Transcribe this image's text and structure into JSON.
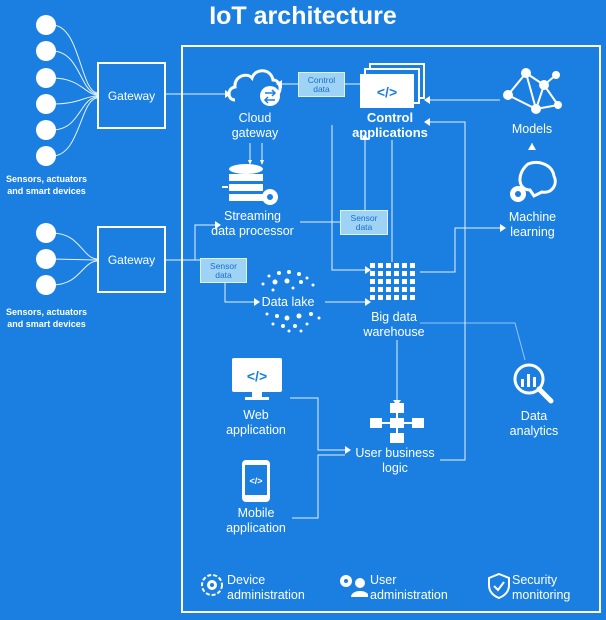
{
  "title": "IoT architecture",
  "devices_label_line1": "Sensors, actuators",
  "devices_label_line2": "and smart devices",
  "gateway_label": "Gateway",
  "tag_control": {
    "line1": "Control",
    "line2": "data"
  },
  "tag_sensor": {
    "line1": "Sensor",
    "line2": "data"
  },
  "nodes": {
    "cloud_gateway": {
      "line1": "Cloud",
      "line2": "gateway"
    },
    "control_apps": {
      "line1": "Control",
      "line2": "applications"
    },
    "models": "Models",
    "streaming": {
      "line1": "Streaming",
      "line2": "data processor"
    },
    "machine_learning": {
      "line1": "Machine",
      "line2": "learning"
    },
    "data_lake": "Data lake",
    "big_data": {
      "line1": "Big data",
      "line2": "warehouse"
    },
    "web_app": {
      "line1": "Web",
      "line2": "application"
    },
    "user_logic": {
      "line1": "User business",
      "line2": "logic"
    },
    "data_analytics": {
      "line1": "Data",
      "line2": "analytics"
    },
    "mobile_app": {
      "line1": "Mobile",
      "line2": "application"
    }
  },
  "footer": {
    "device_admin": {
      "line1": "Device",
      "line2": "administration"
    },
    "user_admin": {
      "line1": "User",
      "line2": "administration"
    },
    "security": {
      "line1": "Security",
      "line2": "monitoring"
    }
  },
  "colors": {
    "background": "#1a7fe0",
    "tag_fill": "#9fd3f6",
    "line": "#ffffff"
  }
}
